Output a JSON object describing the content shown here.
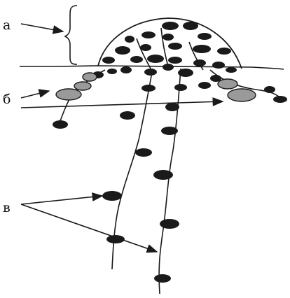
{
  "labels": {
    "a": "а",
    "b": "б",
    "v": "в"
  },
  "colors": {
    "ink": "#1a1a1a",
    "grey_blob": "#9a9a9a",
    "background": "#ffffff"
  }
}
